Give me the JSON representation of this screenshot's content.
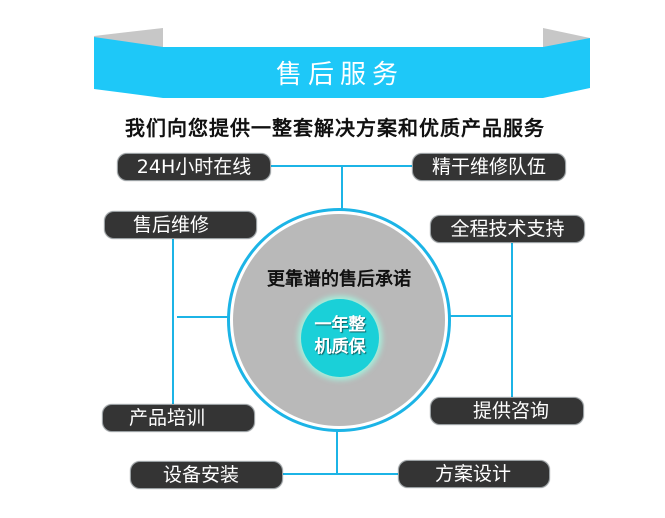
{
  "banner": {
    "title": "售后服务",
    "color": "#1ec8f8",
    "fold_color": "#c7c7c7"
  },
  "subtitle": "我们向您提供一整套解决方案和优质产品服务",
  "center": {
    "promise": "更靠谱的售后承诺",
    "core_line1": "一年整",
    "core_line2": "机质保",
    "ring_color": "#1cb4e6",
    "disc_color": "#b9b9b9",
    "core_color": "#1ad0d8"
  },
  "services": [
    {
      "label": "24H小时在线"
    },
    {
      "label": "精干维修队伍"
    },
    {
      "label": "售后维修"
    },
    {
      "label": "全程技术支持"
    },
    {
      "label": "产品培训"
    },
    {
      "label": "提供咨询"
    },
    {
      "label": "设备安装"
    },
    {
      "label": "方案设计"
    }
  ]
}
